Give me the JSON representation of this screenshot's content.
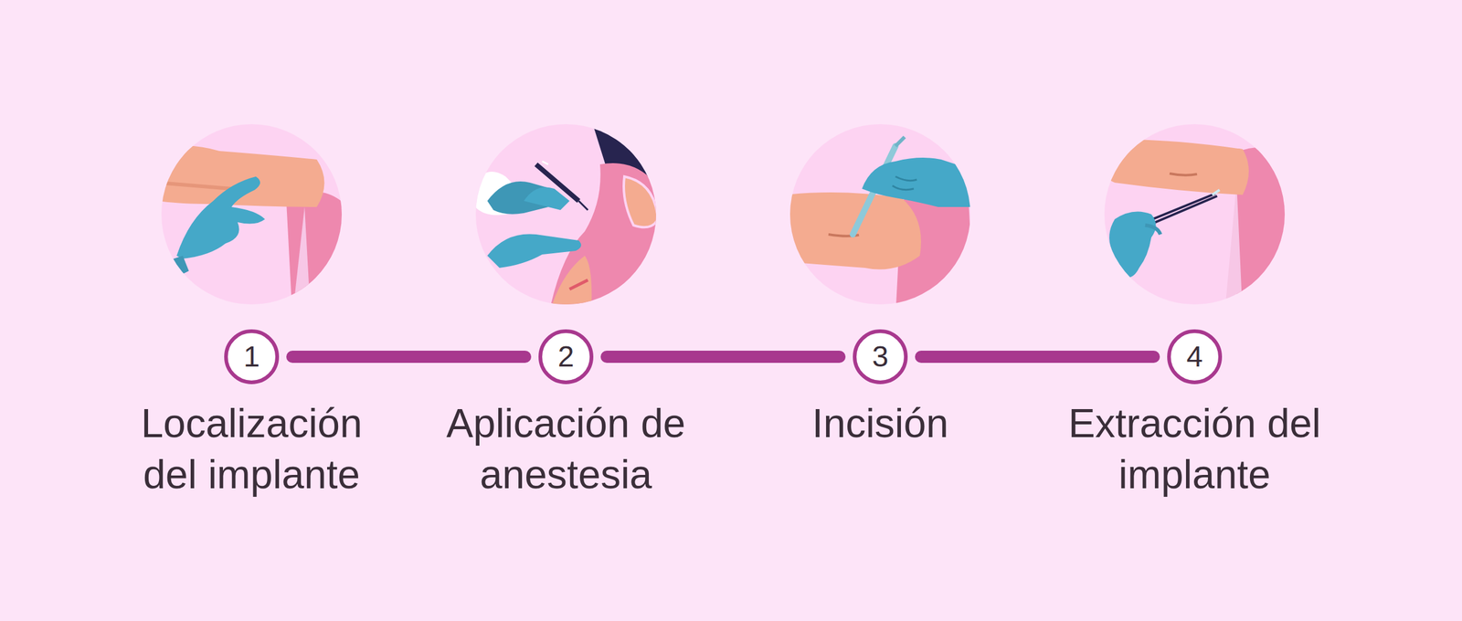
{
  "diagram": {
    "nodes": [
      {
        "text": [
          "1",
          "Localización del implante"
        ]
      },
      {
        "text": [
          "2",
          "Aplicación de anestesia"
        ]
      },
      {
        "text": [
          "3",
          "Incisión"
        ]
      },
      {
        "text": [
          "4",
          "Extracción del implante"
        ]
      }
    ],
    "edges": [
      {
        "from": 0,
        "to": 1,
        "arrow": "none"
      },
      {
        "from": 1,
        "to": 2,
        "arrow": "none"
      },
      {
        "from": 2,
        "to": 3,
        "arrow": "none"
      }
    ]
  }
}
